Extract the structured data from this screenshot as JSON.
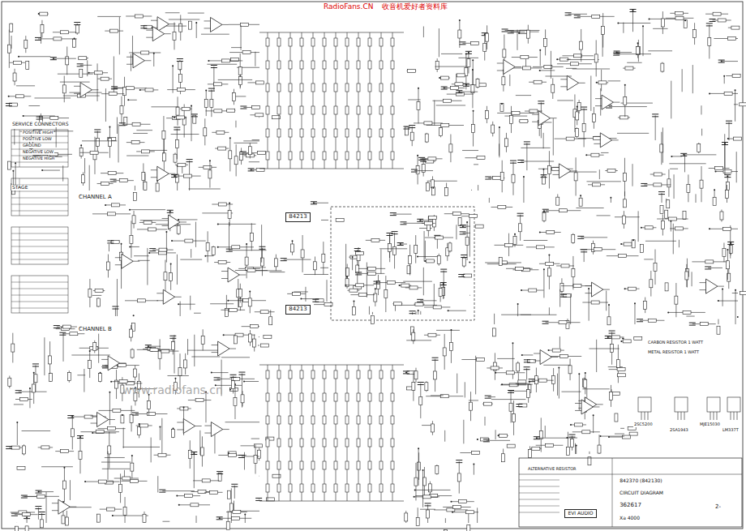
{
  "diagram": {
    "nodes": [
      {
        "text": [
          "84213"
        ]
      },
      {
        "text": [
          "84213"
        ]
      },
      {
        "text": [
          "842370 (842130)"
        ]
      },
      {
        "text": [
          "CIRCUIT DIAGRAM"
        ]
      },
      {
        "text": [
          "362617"
        ]
      },
      {
        "text": [
          "Xa 4000"
        ]
      },
      {
        "text": [
          "EVI AUDIO"
        ]
      },
      {
        "text": [
          "2-"
        ]
      }
    ],
    "labels": [
      "RadioFans.CN",
      "收音机爱好者资料库",
      "SERVICE CONNECTORS",
      "POSITIVE HIGH",
      "POSITIVE LOW",
      "GROUND",
      "NEGATIVE LOW",
      "NEGATIVE HIGH",
      "STAGE",
      "CHANNEL A",
      "CHANNEL B",
      "ALTERNATIVE RESISTOR",
      "2SC5200",
      "2SA1943",
      "MJE15030",
      "LM337T",
      "CARBON RESISTOR 1 WATT",
      "METAL RESISTOR 1 WATT",
      "www.radiofans.cn"
    ]
  }
}
